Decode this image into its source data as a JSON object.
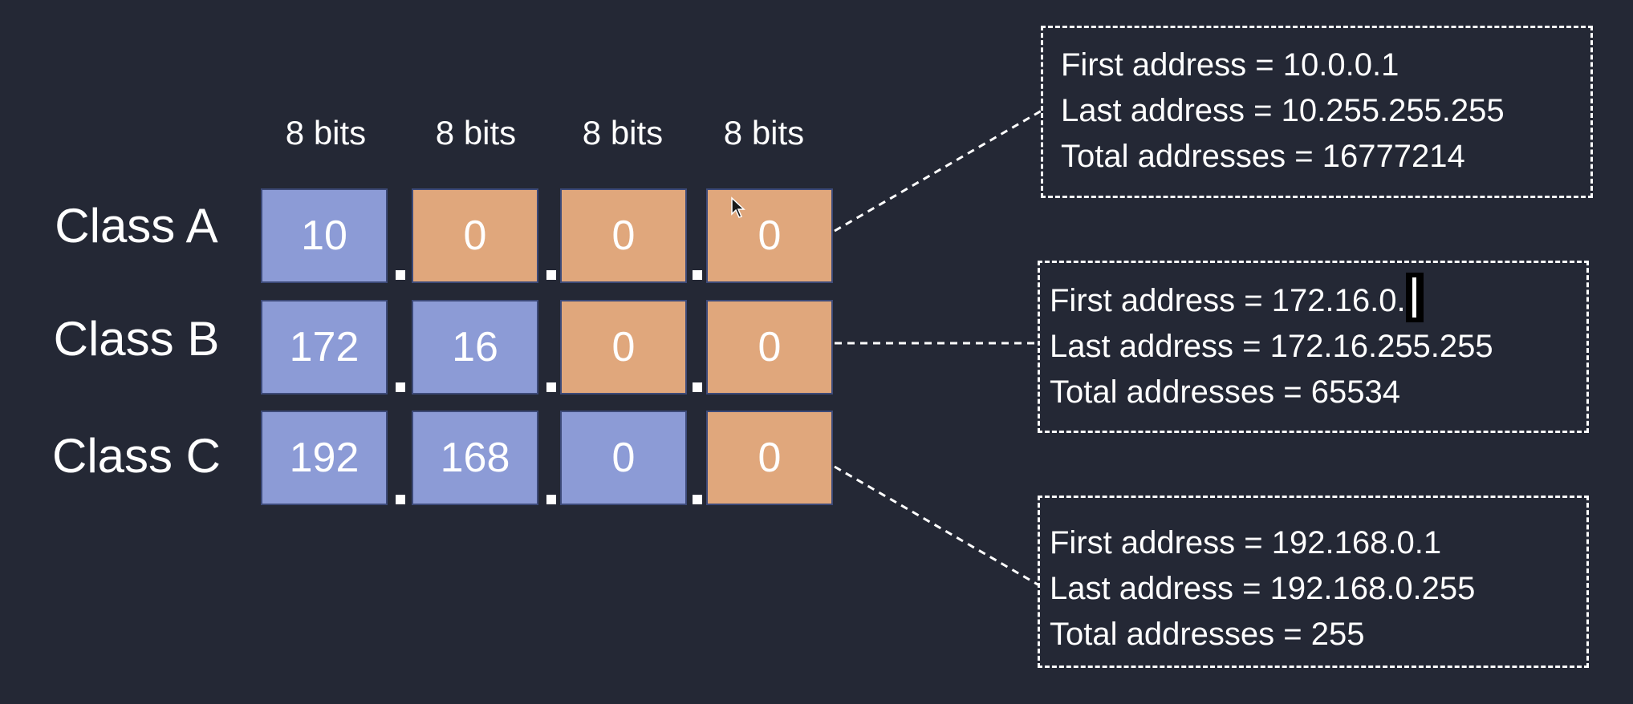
{
  "column_headers": [
    "8 bits",
    "8 bits",
    "8 bits",
    "8 bits"
  ],
  "rows": [
    {
      "label": "Class A",
      "octets": [
        {
          "value": "10",
          "part": "network"
        },
        {
          "value": "0",
          "part": "host"
        },
        {
          "value": "0",
          "part": "host"
        },
        {
          "value": "0",
          "part": "host"
        }
      ],
      "info": {
        "first": "First address = 10.0.0.1",
        "last": "Last address = 10.255.255.255",
        "total": "Total addresses = 16777214"
      }
    },
    {
      "label": "Class B",
      "octets": [
        {
          "value": "172",
          "part": "network"
        },
        {
          "value": "16",
          "part": "network"
        },
        {
          "value": "0",
          "part": "host"
        },
        {
          "value": "0",
          "part": "host"
        }
      ],
      "info": {
        "first": "First address = 172.16.0.",
        "last": "Last address = 172.16.255.255",
        "total": "Total addresses = 65534"
      }
    },
    {
      "label": "Class C",
      "octets": [
        {
          "value": "192",
          "part": "network"
        },
        {
          "value": "168",
          "part": "network"
        },
        {
          "value": "0",
          "part": "network"
        },
        {
          "value": "0",
          "part": "host"
        }
      ],
      "info": {
        "first": "First address = 192.168.0.1",
        "last": "Last address = 192.168.0.255",
        "total": "Total addresses = 255"
      }
    }
  ],
  "colors": {
    "background": "#242835",
    "network_octet": "#8c9bd6",
    "host_octet": "#e0a77c",
    "text": "#ffffff",
    "connector": "#ffffff"
  },
  "icons": {
    "pointer": "mouse-pointer-icon",
    "text_cursor": "text-cursor-icon"
  }
}
